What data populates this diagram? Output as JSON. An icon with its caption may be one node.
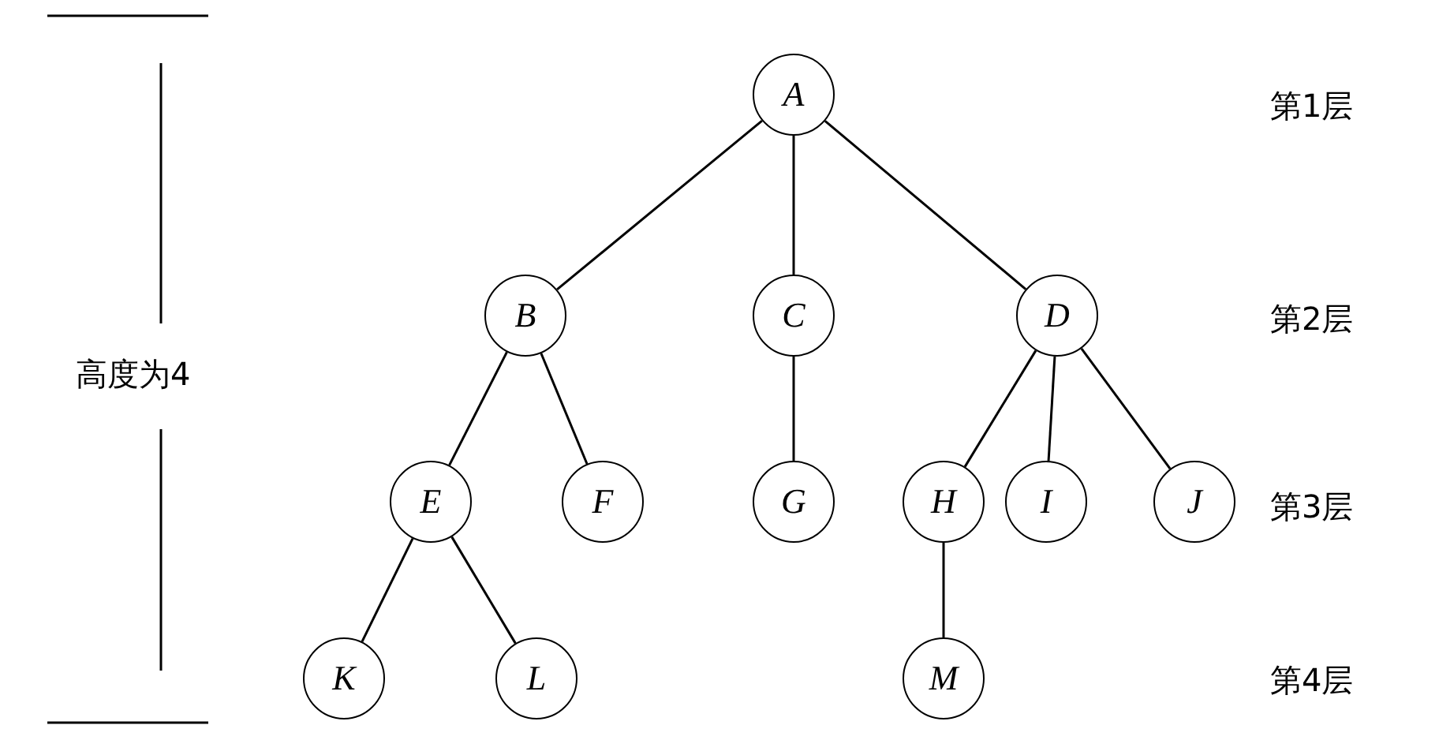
{
  "diagram": {
    "nodes": [
      {
        "text": [
          "A"
        ]
      },
      {
        "text": [
          "B"
        ]
      },
      {
        "text": [
          "C"
        ]
      },
      {
        "text": [
          "D"
        ]
      },
      {
        "text": [
          "E"
        ]
      },
      {
        "text": [
          "F"
        ]
      },
      {
        "text": [
          "G"
        ]
      },
      {
        "text": [
          "H"
        ]
      },
      {
        "text": [
          "I"
        ]
      },
      {
        "text": [
          "J"
        ]
      },
      {
        "text": [
          "K"
        ]
      },
      {
        "text": [
          "L"
        ]
      },
      {
        "text": [
          "M"
        ]
      }
    ],
    "edges": [
      {
        "from": 0,
        "to": 1,
        "arrow": "none"
      },
      {
        "from": 0,
        "to": 2,
        "arrow": "none"
      },
      {
        "from": 0,
        "to": 3,
        "arrow": "none"
      },
      {
        "from": 1,
        "to": 4,
        "arrow": "none"
      },
      {
        "from": 1,
        "to": 5,
        "arrow": "none"
      },
      {
        "from": 2,
        "to": 6,
        "arrow": "none"
      },
      {
        "from": 3,
        "to": 7,
        "arrow": "none"
      },
      {
        "from": 3,
        "to": 8,
        "arrow": "none"
      },
      {
        "from": 3,
        "to": 9,
        "arrow": "none"
      },
      {
        "from": 4,
        "to": 10,
        "arrow": "none"
      },
      {
        "from": 4,
        "to": 11,
        "arrow": "none"
      },
      {
        "from": 7,
        "to": 12,
        "arrow": "none"
      }
    ],
    "labels": [
      "第1层",
      "高度为4",
      "第2层",
      "第3层",
      "第4层"
    ]
  }
}
